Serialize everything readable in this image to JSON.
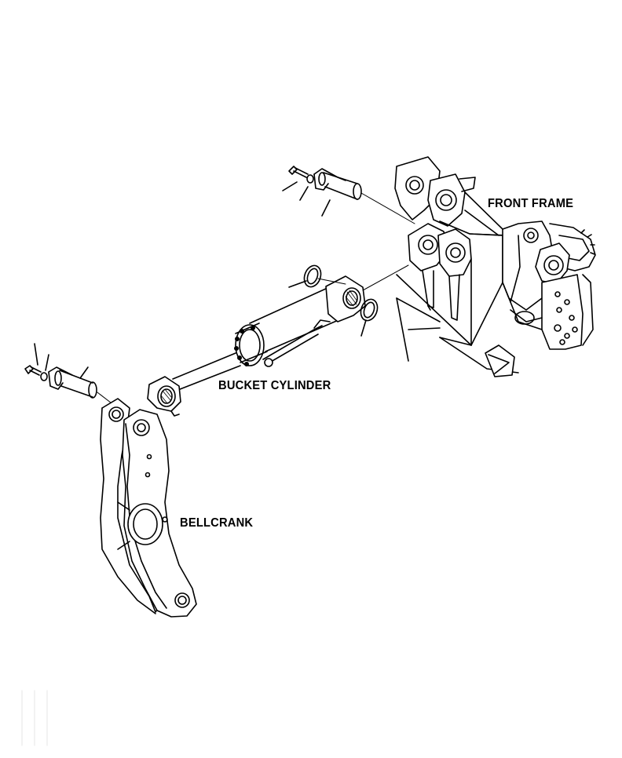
{
  "labels": {
    "front_frame": "FRONT FRAME",
    "bucket_cylinder": "BUCKET CYLINDER",
    "bellcrank": "BELLCRANK"
  },
  "colors": {
    "ink": "#000000",
    "paper": "#ffffff"
  }
}
